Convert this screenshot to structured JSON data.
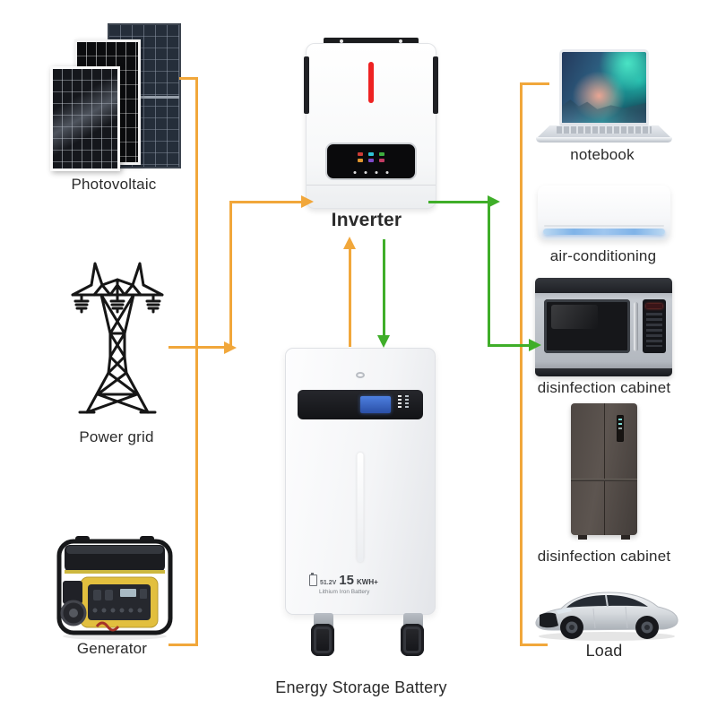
{
  "colors": {
    "source_wire": "#F1A73B",
    "load_wire": "#3FAE29",
    "inverter_stripe": "#EE2222",
    "label_text": "#2B2B2B"
  },
  "sources": {
    "photovoltaic": {
      "label": "Photovoltaic"
    },
    "power_grid": {
      "label": "Power grid"
    },
    "generator": {
      "label": "Generator"
    }
  },
  "inverter": {
    "label": "Inverter"
  },
  "battery": {
    "label": "Energy Storage Battery",
    "plate_voltage": "51.2V",
    "plate_capacity_big": "15",
    "plate_capacity_unit": "KWH+",
    "plate_chemistry": "Lithium Iron Battery"
  },
  "loads": {
    "notebook": {
      "label": "notebook"
    },
    "air_conditioning": {
      "label": "air-conditioning"
    },
    "microwave": {
      "label": "disinfection cabinet"
    },
    "refrigerator": {
      "label": "disinfection cabinet"
    },
    "car": {
      "label": "Load"
    }
  }
}
